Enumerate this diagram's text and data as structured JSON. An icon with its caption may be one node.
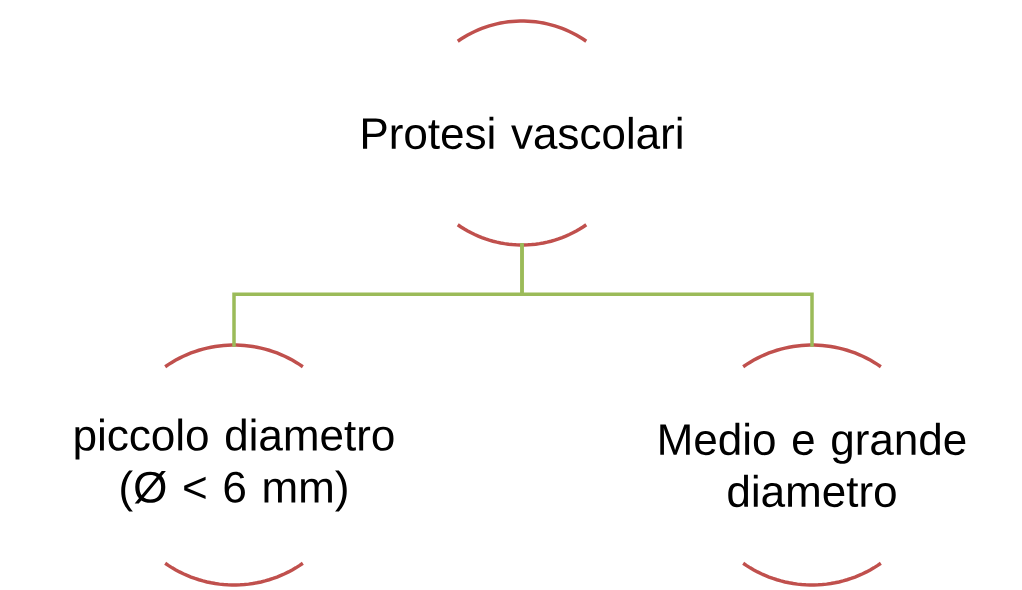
{
  "diagram": {
    "nodes": [
      {
        "text": [
          "Protesi vascolari"
        ]
      },
      {
        "text": [
          "piccolo diametro (Ø < 6 mm)"
        ]
      },
      {
        "text": [
          "Medio e grande diametro"
        ]
      }
    ],
    "edges": [
      {
        "from": 0,
        "to": 1,
        "arrow": "none"
      },
      {
        "from": 0,
        "to": 2,
        "arrow": "none"
      }
    ]
  }
}
